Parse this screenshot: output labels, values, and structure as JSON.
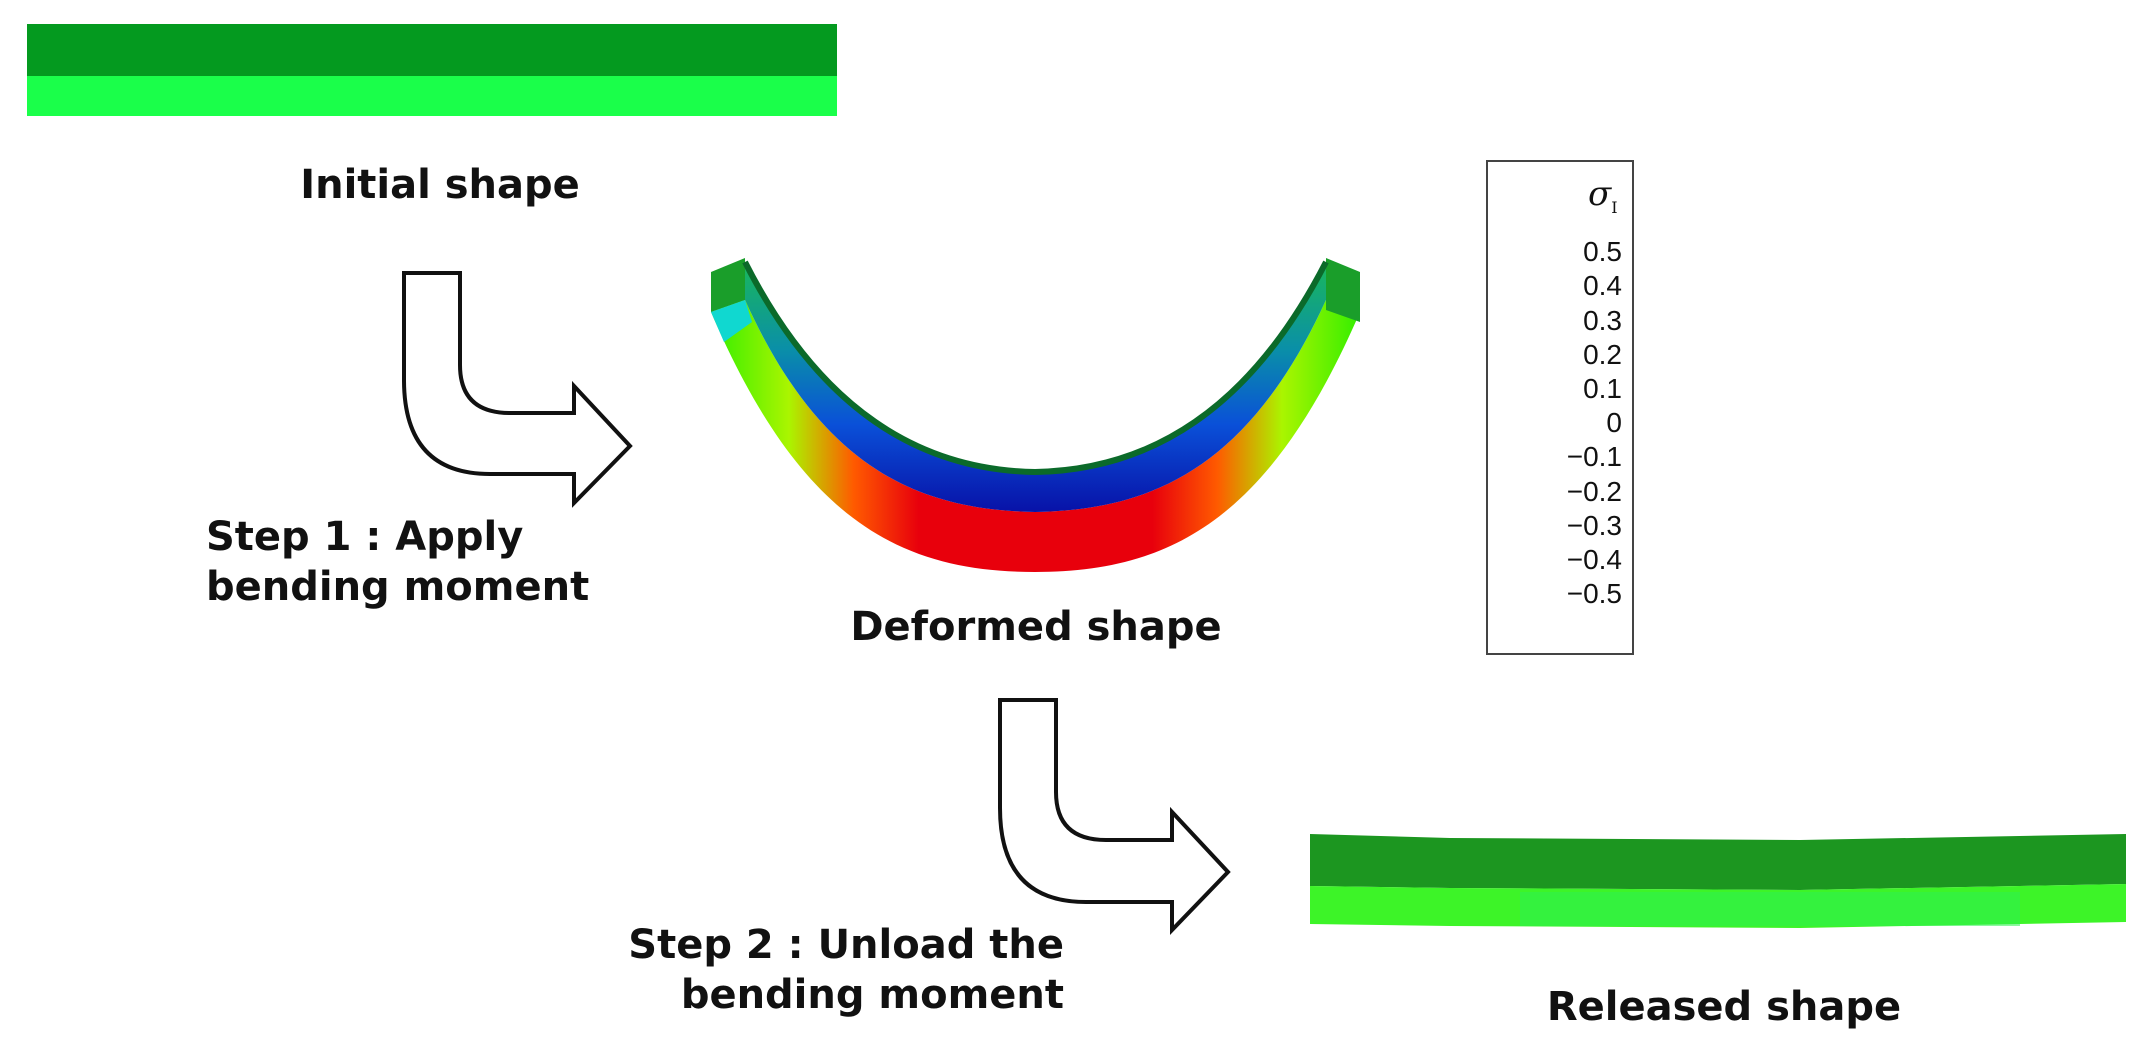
{
  "labels": {
    "initial": "Initial shape",
    "step1_line1": "Step 1 : Apply",
    "step1_line2": "bending moment",
    "deformed": "Deformed shape",
    "step2_line1": "Step 2 : Unload the",
    "step2_line2": "bending moment",
    "released": "Released shape"
  },
  "legend": {
    "symbol": "σ",
    "symbol_subscript": "I",
    "ticks": [
      "0.5",
      "0.4",
      "0.3",
      "0.2",
      "0.1",
      "0",
      "−0.1",
      "−0.2",
      "−0.3",
      "−0.4",
      "−0.5"
    ],
    "colors": [
      "#e8000c",
      "#ff5a00",
      "#ffb000",
      "#f4f400",
      "#aaf500",
      "#33ee00",
      "#22dd44",
      "#00f08a",
      "#00f0ee",
      "#0ab4f4",
      "#0050ff",
      "#0008d0"
    ]
  },
  "colors": {
    "dark_green": "#049a1f",
    "light_green": "#1aff4a",
    "released_dark": "#1c9620",
    "released_light": "#3df428"
  }
}
